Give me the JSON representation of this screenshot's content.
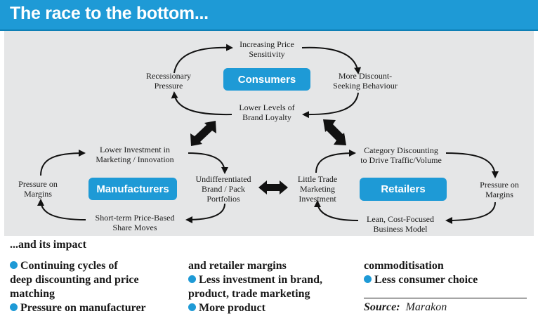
{
  "title": "The race to the bottom...",
  "nodes": {
    "consumers": "Consumers",
    "manufacturers": "Manufacturers",
    "retailers": "Retailers"
  },
  "consumer_cycle": {
    "top": [
      "Increasing Price",
      "Sensitivity"
    ],
    "left": [
      "Recessionary",
      "Pressure"
    ],
    "right": [
      "More Discount-",
      "Seeking Behaviour"
    ],
    "bottom": [
      "Lower Levels of",
      "Brand Loyalty"
    ]
  },
  "manufacturer_cycle": {
    "top": [
      "Lower Investment in",
      "Marketing /  Innovation"
    ],
    "left": [
      "Pressure on",
      "Margins"
    ],
    "right": [
      "Undifferentiated",
      "Brand / Pack",
      "Portfolios"
    ],
    "bottom": [
      "Short-term Price-Based",
      "Share Moves"
    ]
  },
  "retailer_cycle": {
    "top": [
      "Category Discounting",
      "to Drive Traffic/Volume"
    ],
    "left": [
      "Little Trade",
      "Marketing",
      "Investment"
    ],
    "right": [
      "Pressure on",
      "Margins"
    ],
    "bottom": [
      "Lean, Cost-Focused",
      "Business Model"
    ]
  },
  "impact": {
    "heading": "...and its impact",
    "col1": [
      {
        "bullet": true,
        "text": "Continuing cycles of"
      },
      {
        "bullet": false,
        "text": "deep discounting and price"
      },
      {
        "bullet": false,
        "text": "matching"
      },
      {
        "bullet": true,
        "text": "Pressure on manufacturer"
      }
    ],
    "col2": [
      {
        "bullet": false,
        "text": "and retailer margins"
      },
      {
        "bullet": true,
        "text": "Less investment in brand,"
      },
      {
        "bullet": false,
        "text": "product, trade marketing"
      },
      {
        "bullet": true,
        "text": "More product"
      }
    ],
    "col3": [
      {
        "bullet": false,
        "text": "commoditisation"
      },
      {
        "bullet": true,
        "text": "Less consumer choice"
      }
    ]
  },
  "source": {
    "label": "Source:",
    "name": "Marakon"
  },
  "colors": {
    "accent": "#1e9ad6",
    "panel": "#e5e6e7",
    "arrow": "#111111"
  }
}
